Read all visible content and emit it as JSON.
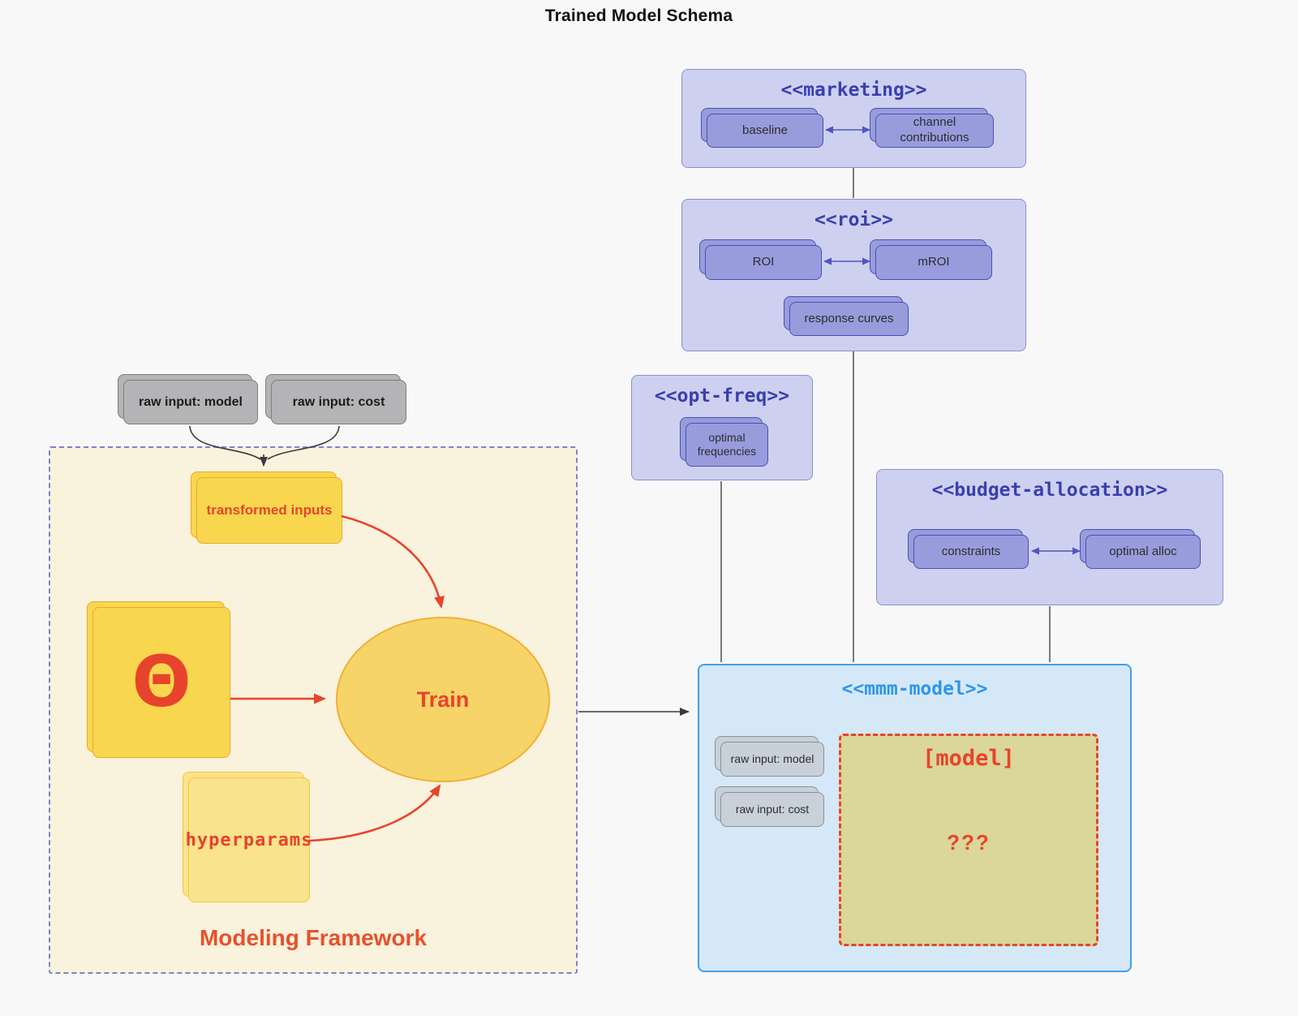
{
  "title": "Trained Model Schema",
  "colors": {
    "purple_title": "#3A3FAE",
    "blue_title": "#2E96E8",
    "red_accent": "#E8432C",
    "orange_label": "#E8502E",
    "lavender_fill": "#CDD0EE",
    "purple_card_fill": "#989CDC",
    "gold_card_fill": "#F8D74F",
    "cream_fill": "#F9F2DC",
    "light_blue_fill": "#D5E8F8",
    "khaki_fill": "#DBD594",
    "gray_card_fill": "#B4B4B6"
  },
  "marketing": {
    "title": "<<marketing>>",
    "card_left": "baseline",
    "card_right": "channel contributions"
  },
  "roi": {
    "title": "<<roi>>",
    "card_left": "ROI",
    "card_right": "mROI",
    "card_bottom": "response curves"
  },
  "opt_freq": {
    "title": "<<opt-freq>>",
    "card": "optimal frequencies"
  },
  "budget_allocation": {
    "title": "<<budget-allocation>>",
    "card_left": "constraints",
    "card_right": "optimal alloc"
  },
  "raw_inputs": {
    "model": "raw input: model",
    "cost": "raw input: cost"
  },
  "framework": {
    "title": "Modeling Framework",
    "transformed_inputs": "transformed inputs",
    "theta": "Θ",
    "train": "Train",
    "hyperparams": "hyperparams"
  },
  "mmm_model": {
    "title": "<<mmm-model>>",
    "raw_input_model": "raw input: model",
    "raw_input_cost": "raw input: cost",
    "model_box": "[model]",
    "unknown": "???"
  }
}
